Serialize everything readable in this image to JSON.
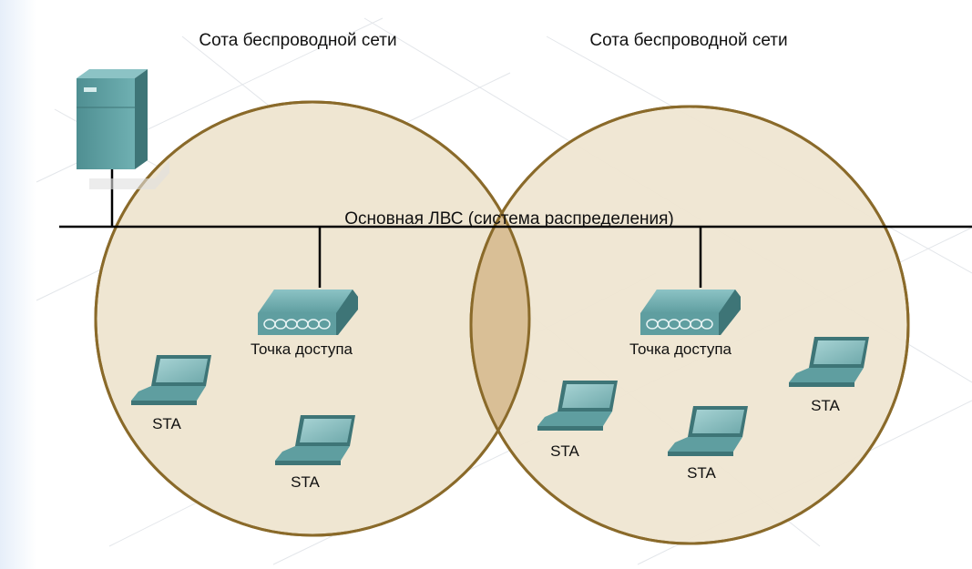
{
  "cells": [
    {
      "title": "Сота беспроводной сети"
    },
    {
      "title": "Сота беспроводной сети"
    }
  ],
  "backbone": {
    "label": "Основная ЛВС (система распределения)"
  },
  "access_points": [
    {
      "label": "Точка доступа"
    },
    {
      "label": "Точка доступа"
    }
  ],
  "stations": [
    {
      "label": "STA"
    },
    {
      "label": "STA"
    },
    {
      "label": "STA"
    },
    {
      "label": "STA"
    },
    {
      "label": "STA"
    }
  ],
  "colors": {
    "cell_fill": "#efe6d2",
    "cell_border": "#8a6a2a",
    "overlap_fill": "#d9bf96",
    "device_teal": "#5f9ea0",
    "line": "#000000"
  },
  "icons": {
    "server": "server-icon",
    "access_point": "access-point-icon",
    "station": "laptop-icon"
  }
}
